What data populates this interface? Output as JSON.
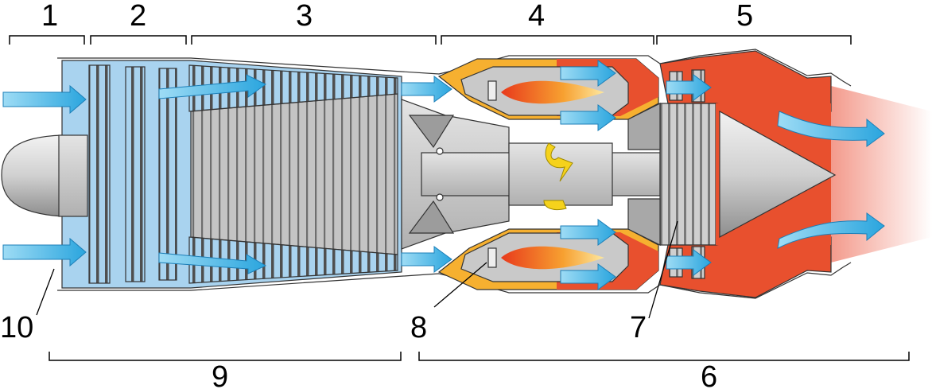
{
  "labels": {
    "l1": "1",
    "l2": "2",
    "l3": "3",
    "l4": "4",
    "l5": "5",
    "l6": "6",
    "l7": "7",
    "l8": "8",
    "l9": "9",
    "l10": "10"
  },
  "colors": {
    "cold_section": "#a9d3ef",
    "metal": "#b8b8b8",
    "combustor": "#f6b030",
    "hot_section": "#e8502e",
    "airflow_arrow": "#3fb6e8",
    "rotation_arrow": "#f5d21c",
    "exhaust_plume": "#f7b0a4"
  },
  "icons": [
    "airflow-arrow-icon",
    "rotation-arrow-icon",
    "flame-icon"
  ]
}
